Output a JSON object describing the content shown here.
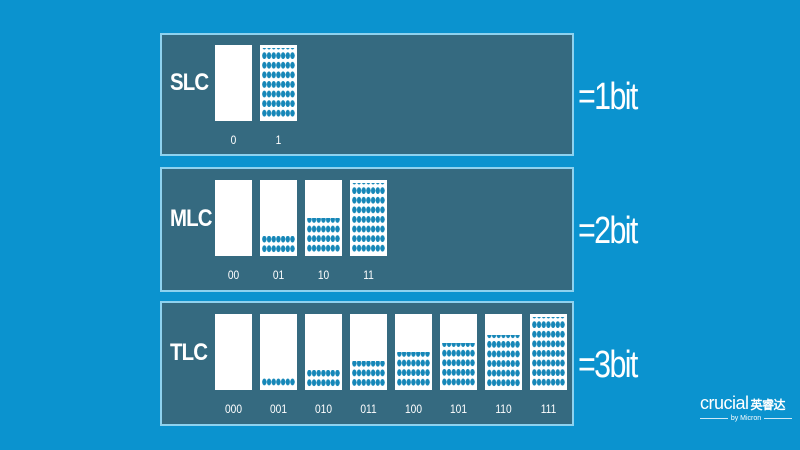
{
  "colors": {
    "background": "#0b93cf",
    "panel": "#356a80",
    "panel_border": "#8ed2ef",
    "cell": "#ffffff",
    "dot": "#1687b8",
    "text": "#ffffff"
  },
  "panels": [
    {
      "title": "SLC",
      "bits_label": "=1bit",
      "cells": [
        {
          "label": "0",
          "filled_rows": 0
        },
        {
          "label": "1",
          "filled_rows": 8
        }
      ]
    },
    {
      "title": "MLC",
      "bits_label": "=2bit",
      "cells": [
        {
          "label": "00",
          "filled_rows": 0
        },
        {
          "label": "01",
          "filled_rows": 2
        },
        {
          "label": "10",
          "filled_rows": 4
        },
        {
          "label": "11",
          "filled_rows": 8
        }
      ]
    },
    {
      "title": "TLC",
      "bits_label": "=3bit",
      "cells": [
        {
          "label": "000",
          "filled_rows": 0
        },
        {
          "label": "001",
          "filled_rows": 1
        },
        {
          "label": "010",
          "filled_rows": 2
        },
        {
          "label": "011",
          "filled_rows": 3
        },
        {
          "label": "100",
          "filled_rows": 4
        },
        {
          "label": "101",
          "filled_rows": 5
        },
        {
          "label": "110",
          "filled_rows": 6
        },
        {
          "label": "111",
          "filled_rows": 8
        }
      ]
    }
  ],
  "logo": {
    "brand": "crucial",
    "brand_cn": "英睿达",
    "tagline": "by Micron"
  }
}
